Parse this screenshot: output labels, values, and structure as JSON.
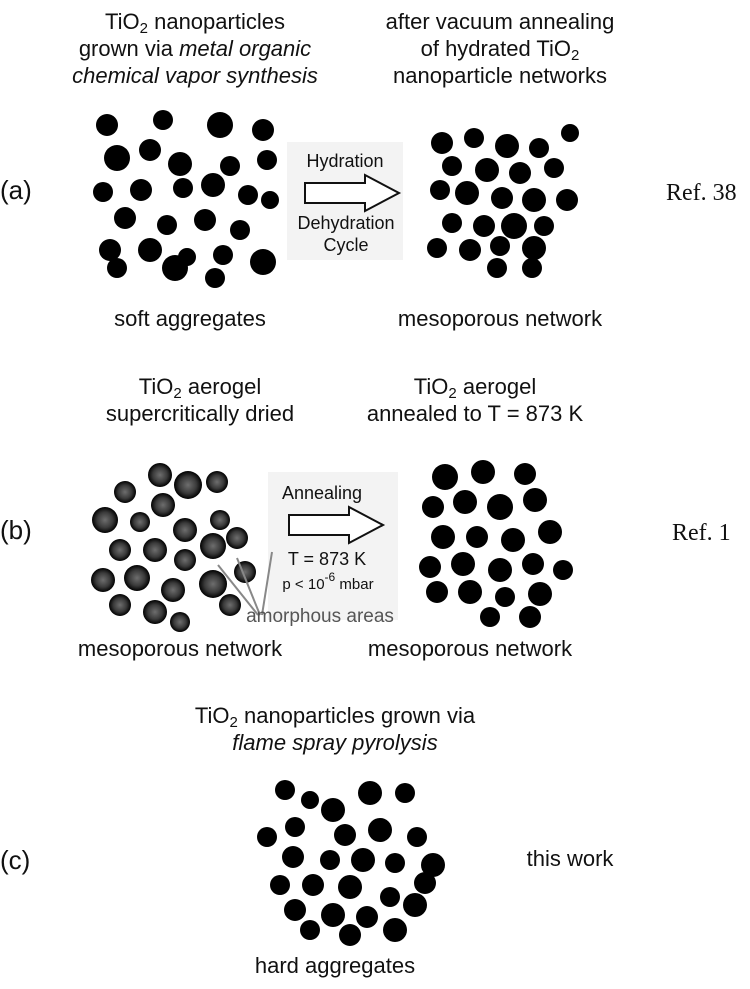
{
  "panel_a": {
    "label": "(a)",
    "left_title": [
      "",
      "2",
      " nanoparticles",
      "grown via ",
      "metal organic",
      "chemical vapor synthesis"
    ],
    "left_title_prefix": "TiO",
    "right_title_l1": "after vacuum annealing",
    "right_title_l2_a": "of hydrated TiO",
    "right_title_l2_sub": "2",
    "right_title_l3": "nanoparticle networks",
    "arrow_top": "Hydration",
    "arrow_bottom_1": "Dehydration",
    "arrow_bottom_2": "Cycle",
    "left_caption": "soft aggregates",
    "right_caption": "mesoporous network",
    "ref": "Ref. 38"
  },
  "panel_b": {
    "label": "(b)",
    "left_title_a": "TiO",
    "left_title_sub": "2",
    "left_title_b": " aerogel",
    "left_title_l2": "supercritically dried",
    "right_title_a": "TiO",
    "right_title_sub": "2",
    "right_title_b": " aerogel",
    "right_title_l2": "annealed to T = 873 K",
    "arrow_top": "Annealing",
    "arrow_bottom_1": "T = 873 K",
    "arrow_bottom_2a": "p < 10",
    "arrow_bottom_2sup": "-6",
    "arrow_bottom_2b": " mbar",
    "annotation": "amorphous areas",
    "left_caption": "mesoporous network",
    "right_caption": "mesoporous network",
    "ref": "Ref. 1"
  },
  "panel_c": {
    "label": "(c)",
    "title_a": "TiO",
    "title_sub": "2",
    "title_b": " nanoparticles grown via",
    "title_l2": "flame spray pyrolysis",
    "caption": "hard aggregates",
    "ref": "this work"
  },
  "colors": {
    "particle": "#000000",
    "aerogel_center": "#6e6e6e",
    "aerogel_edge": "#000000",
    "leader": "#888888"
  }
}
